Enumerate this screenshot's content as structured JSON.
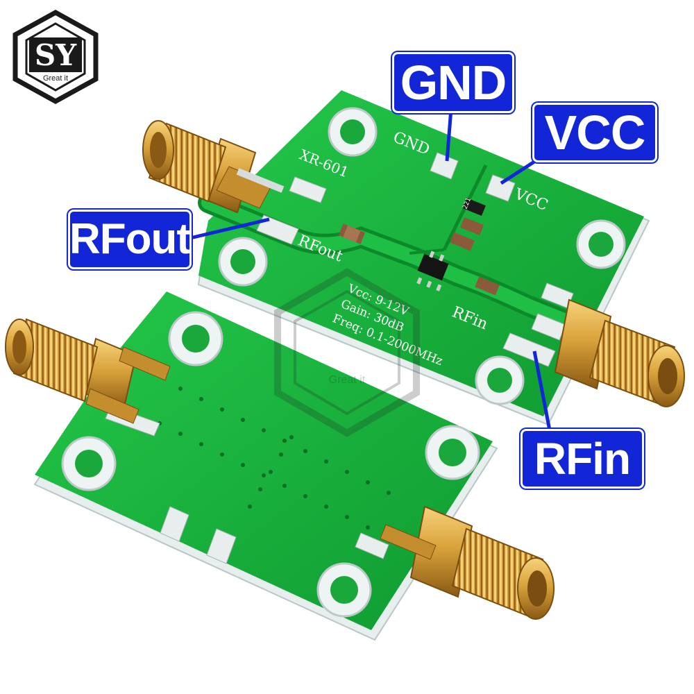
{
  "logo": {
    "letters": "SY",
    "tagline": "Great it"
  },
  "callouts": {
    "gnd": "GND",
    "vcc": "VCC",
    "rfout": "RFout",
    "rfin": "RFin"
  },
  "board_silkscreen": {
    "model": "XR-601",
    "gnd": "GND",
    "vcc": "VCC",
    "rfout": "RFout",
    "rfin": "RFin",
    "resistor_code": "221",
    "spec_vcc": "Vcc: 9-12V",
    "spec_gain": "Gain: 30dB",
    "spec_freq": "Freq: 0.1-2000MHz"
  },
  "watermark": {
    "tagline": "Great it"
  },
  "colors": {
    "pcb_green": "#17b13a",
    "pcb_edge": "#d8e6e6",
    "callout_blue": "#1226d8",
    "connector_gold": "#d9a23a",
    "logo_black": "#1a1a1a"
  },
  "icons": [
    "sy-logo-icon",
    "sma-connector-icon",
    "mounting-hole-icon"
  ]
}
